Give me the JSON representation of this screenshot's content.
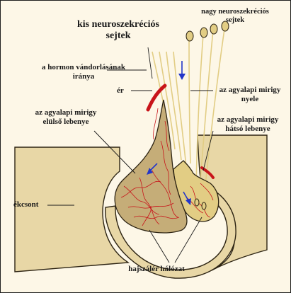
{
  "colors": {
    "background": "#fdf7e7",
    "bone": "#e8d7a6",
    "bone_stroke": "#2d2413",
    "gland": "#c5ad78",
    "vessel": "#c8141a",
    "arrow": "#2336c9",
    "neuron": "#e2cd84",
    "leader": "#1a1a1a"
  },
  "labels": {
    "small_cells": [
      "kis neuroszekréciós",
      "sejtek"
    ],
    "large_cells": [
      "nagy neuroszekréciós",
      "sejtek"
    ],
    "hormon_direction": [
      "a hormon vándorlásának",
      "iránya"
    ],
    "vessel": "ér",
    "stalk": [
      "az agyalapi mirigy",
      "nyele"
    ],
    "anterior_lobe": [
      "az agyalapi mirigy",
      "elülső lebenye"
    ],
    "posterior_lobe": [
      "az agyalapi mirigy",
      "hátsó lebenye"
    ],
    "sphenoid": "ékcsont",
    "capillary_network": "hajszálér hálózat"
  }
}
